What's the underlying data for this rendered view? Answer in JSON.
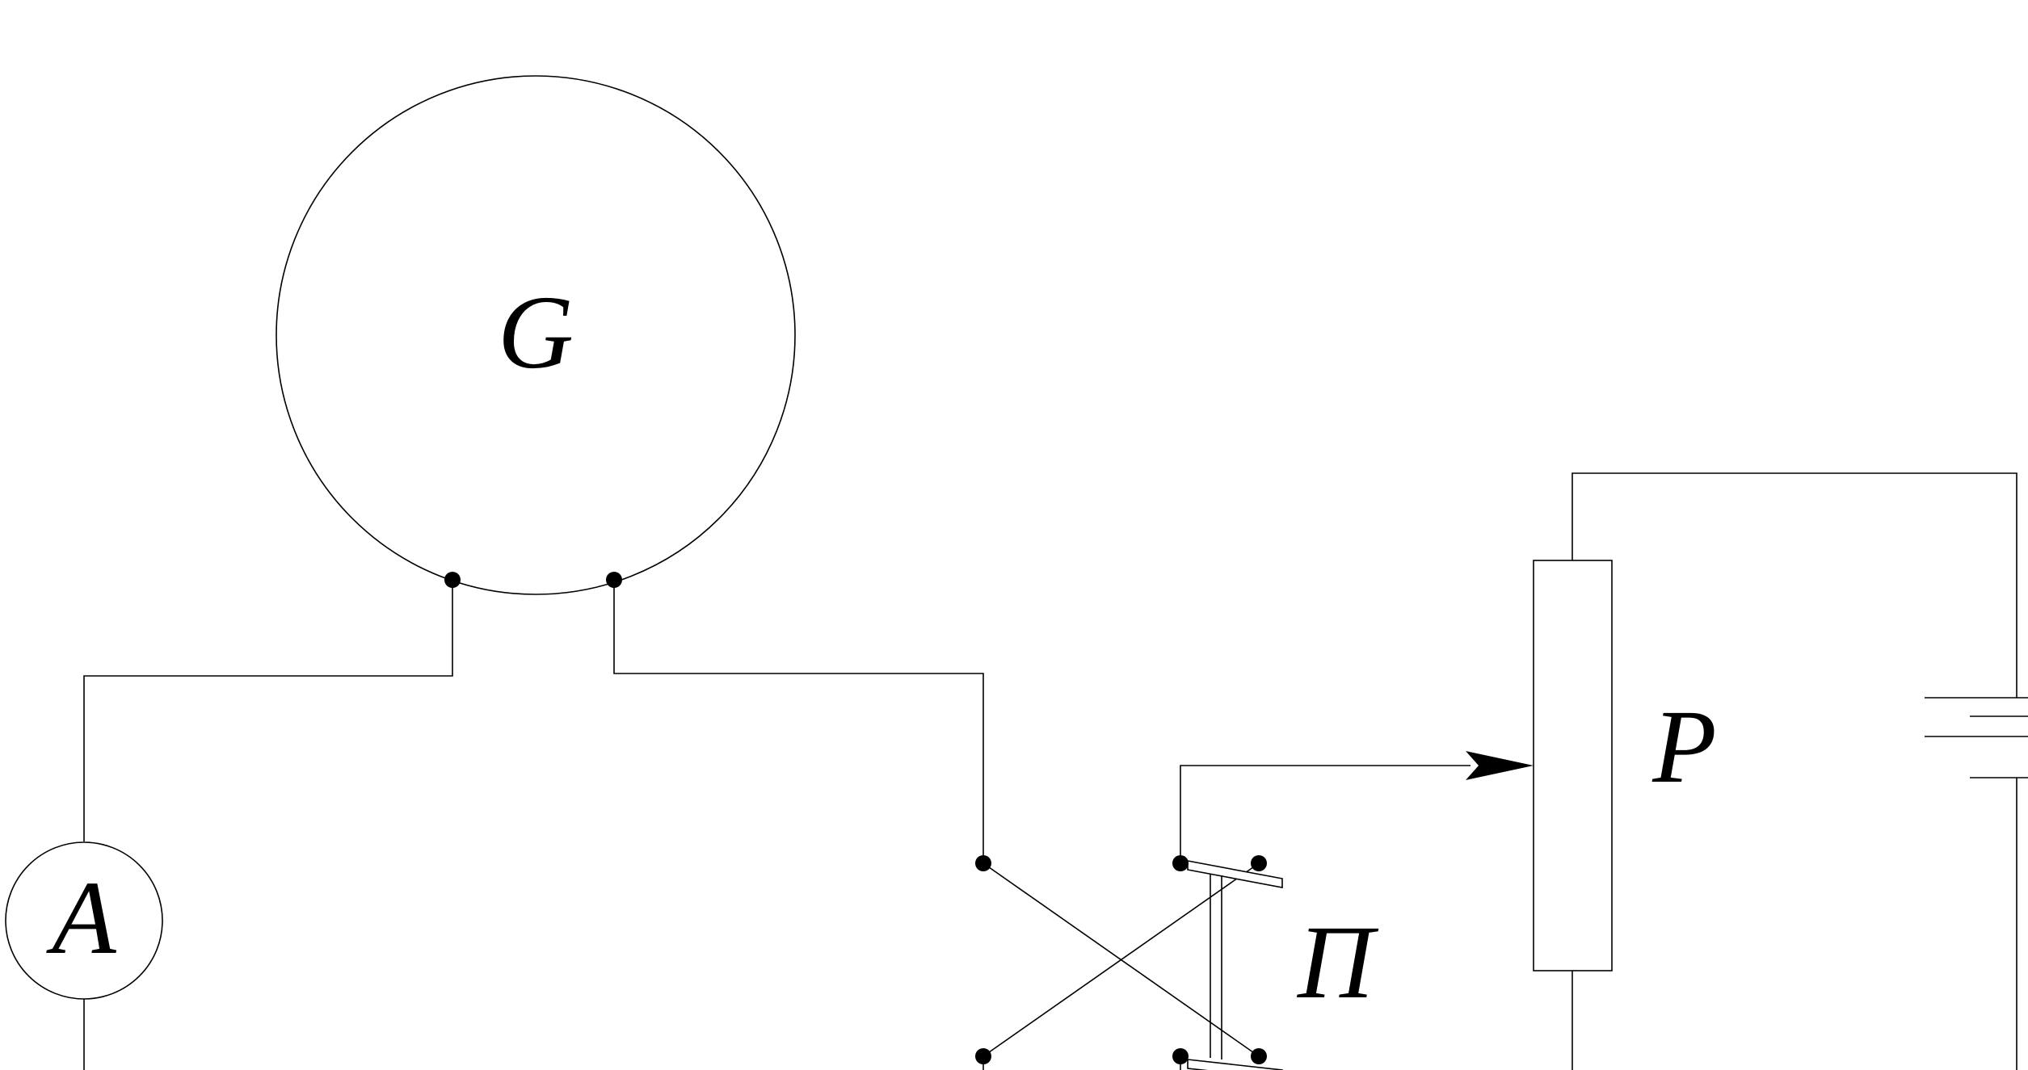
{
  "diagram": {
    "labels": {
      "generator": "G",
      "ammeter": "A",
      "switch": "П",
      "rheostat": "P"
    },
    "colors": {
      "line": "#000000",
      "background": "#ffffff"
    }
  }
}
